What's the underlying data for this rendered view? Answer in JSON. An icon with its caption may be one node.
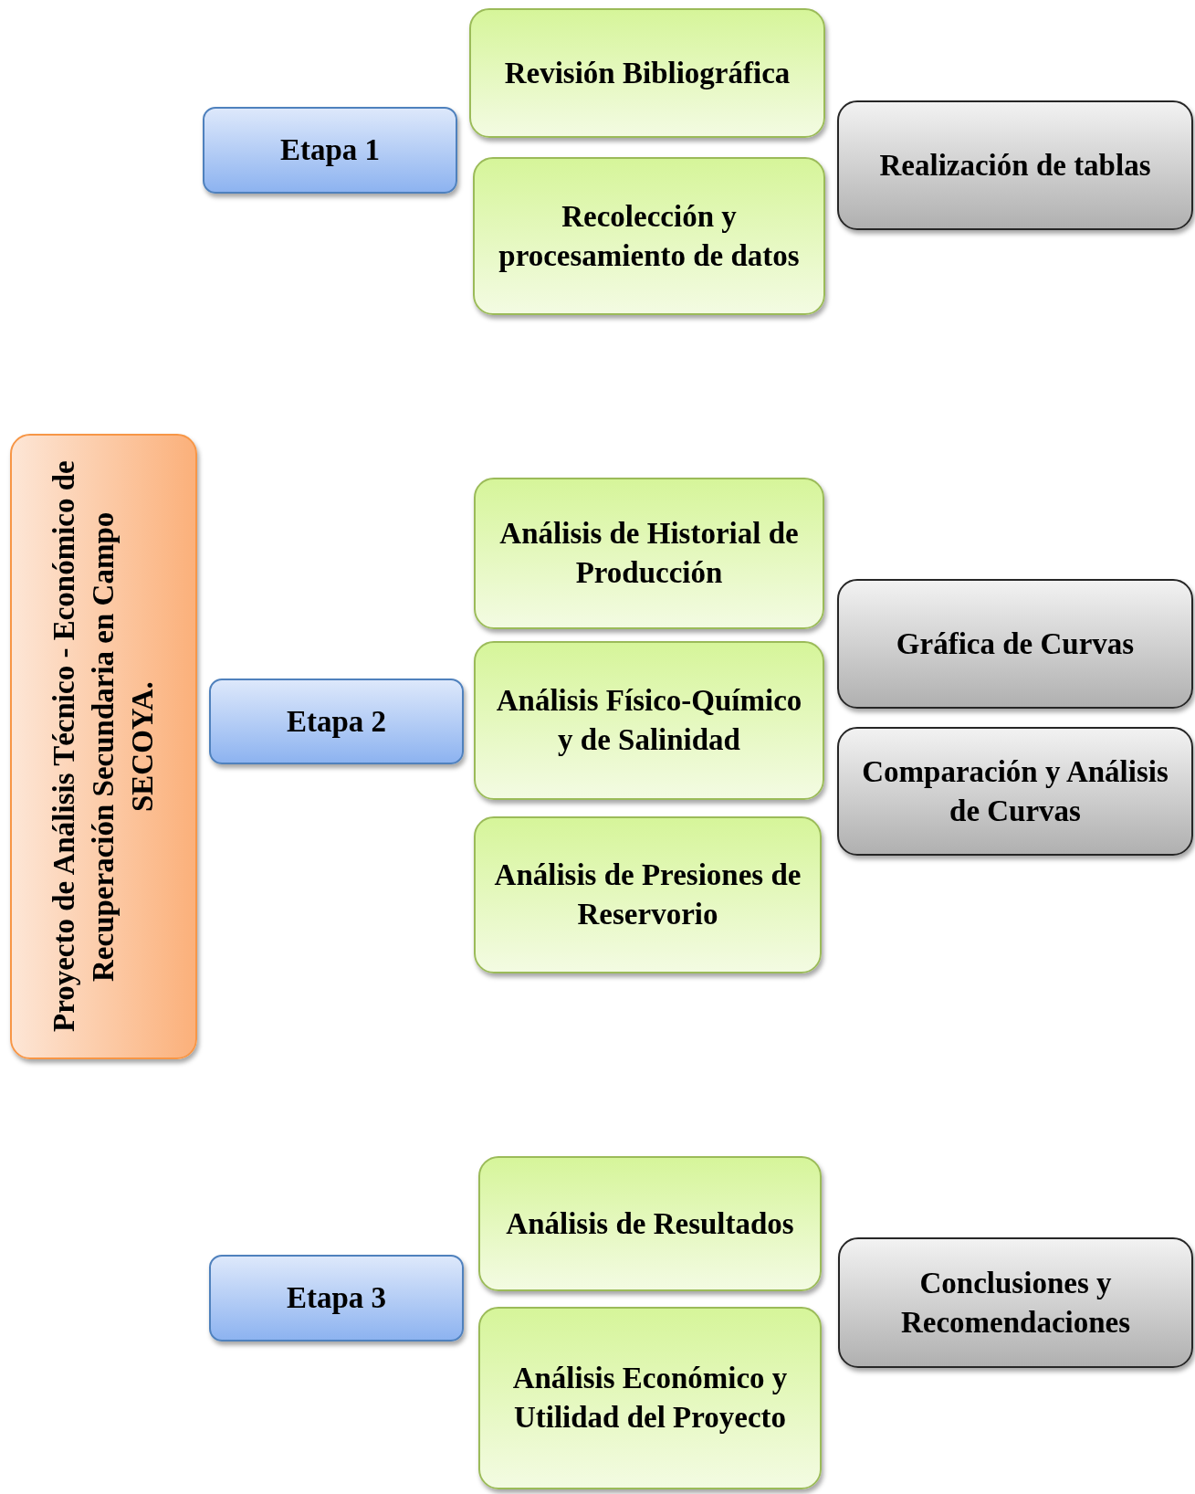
{
  "diagram": {
    "nodes": [
      {
        "text": [
          "Proyecto de Análisis Técnico - Económico de Recuperación Secundaria en Campo SECOYA."
        ]
      },
      {
        "text": [
          "Etapa 1"
        ]
      },
      {
        "text": [
          "Revisión Bibliográfica"
        ]
      },
      {
        "text": [
          "Recolección y procesamiento de datos"
        ]
      },
      {
        "text": [
          "Realización de tablas"
        ]
      },
      {
        "text": [
          "Etapa 2"
        ]
      },
      {
        "text": [
          "Análisis de Historial de Producción"
        ]
      },
      {
        "text": [
          "Análisis Físico-Químico y de Salinidad"
        ]
      },
      {
        "text": [
          "Análisis de Presiones de Reservorio"
        ]
      },
      {
        "text": [
          "Gráfica de Curvas"
        ]
      },
      {
        "text": [
          "Comparación y Análisis de Curvas"
        ]
      },
      {
        "text": [
          "Etapa 3"
        ]
      },
      {
        "text": [
          "Análisis de Resultados"
        ]
      },
      {
        "text": [
          "Análisis Económico y Utilidad del Proyecto"
        ]
      },
      {
        "text": [
          "Conclusiones y Recomendaciones"
        ]
      }
    ]
  }
}
